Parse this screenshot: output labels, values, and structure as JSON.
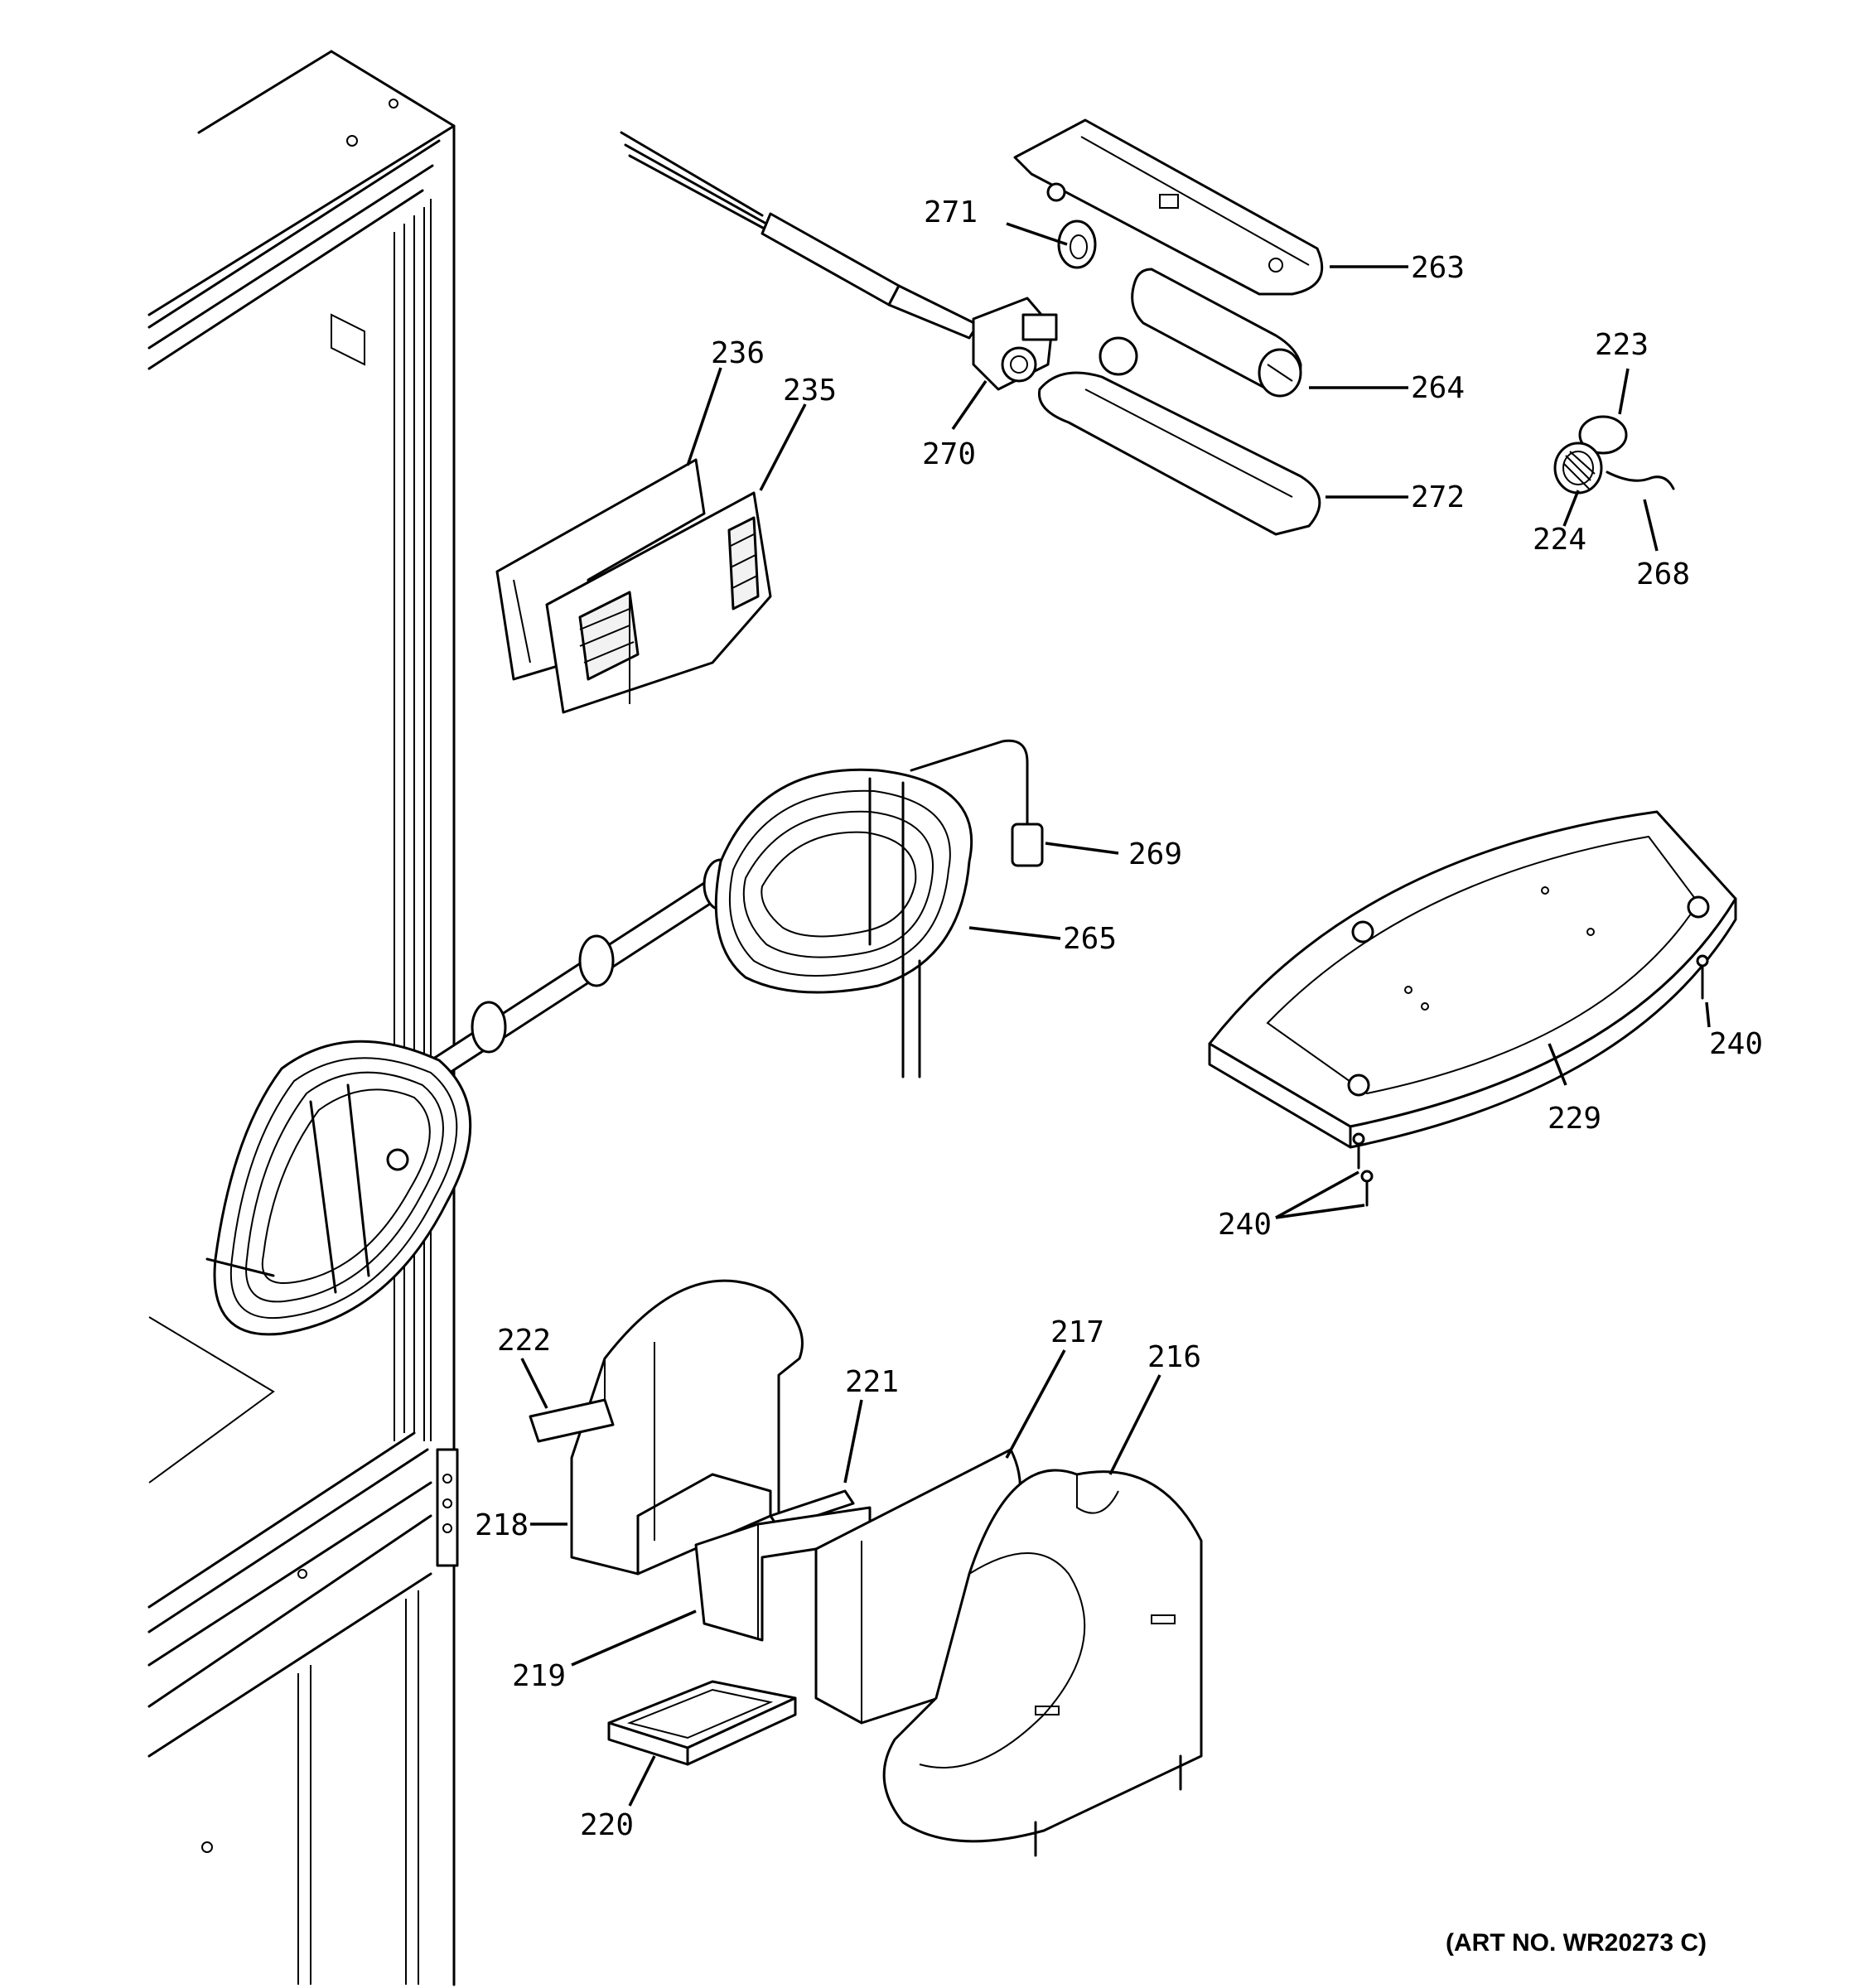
{
  "callouts": [
    {
      "id": "c271",
      "label": "271"
    },
    {
      "id": "c263",
      "label": "263"
    },
    {
      "id": "c236",
      "label": "236"
    },
    {
      "id": "c235",
      "label": "235"
    },
    {
      "id": "c264",
      "label": "264"
    },
    {
      "id": "c270",
      "label": "270"
    },
    {
      "id": "c272",
      "label": "272"
    },
    {
      "id": "c223",
      "label": "223"
    },
    {
      "id": "c224",
      "label": "224"
    },
    {
      "id": "c268",
      "label": "268"
    },
    {
      "id": "c269",
      "label": "269"
    },
    {
      "id": "c265",
      "label": "265"
    },
    {
      "id": "c240a",
      "label": "240"
    },
    {
      "id": "c229",
      "label": "229"
    },
    {
      "id": "c240b",
      "label": "240"
    },
    {
      "id": "c222",
      "label": "222"
    },
    {
      "id": "c221",
      "label": "221"
    },
    {
      "id": "c217",
      "label": "217"
    },
    {
      "id": "c216",
      "label": "216"
    },
    {
      "id": "c218",
      "label": "218"
    },
    {
      "id": "c219",
      "label": "219"
    },
    {
      "id": "c220",
      "label": "220"
    }
  ],
  "art_number": "(ART NO. WR20273 C)"
}
